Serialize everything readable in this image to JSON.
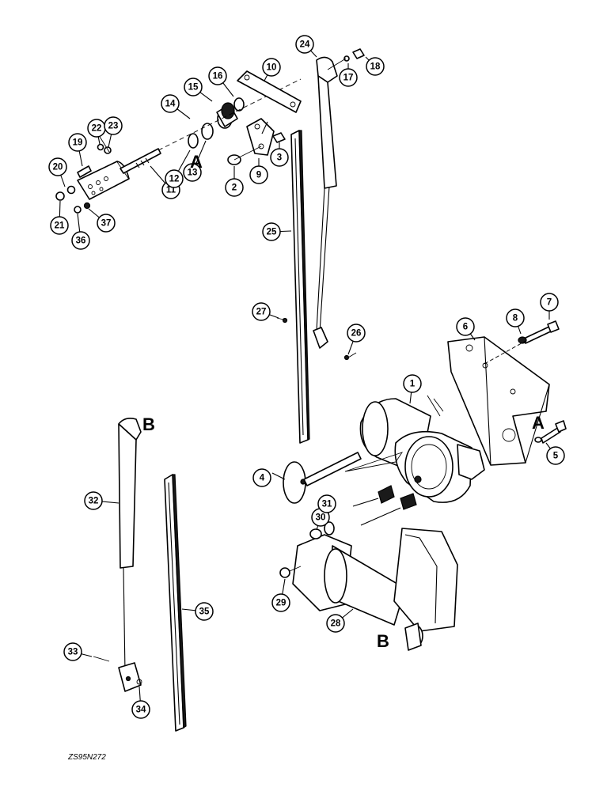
{
  "callouts": [
    "1",
    "2",
    "3",
    "4",
    "5",
    "6",
    "7",
    "8",
    "9",
    "10",
    "11",
    "12",
    "13",
    "14",
    "15",
    "16",
    "17",
    "18",
    "19",
    "20",
    "21",
    "22",
    "23",
    "24",
    "25",
    "26",
    "27",
    "28",
    "29",
    "30",
    "31",
    "32",
    "33",
    "34",
    "35",
    "36",
    "37"
  ],
  "reference_letters": {
    "a": "A",
    "b": "B"
  },
  "drawing_code": "ZS95N272"
}
